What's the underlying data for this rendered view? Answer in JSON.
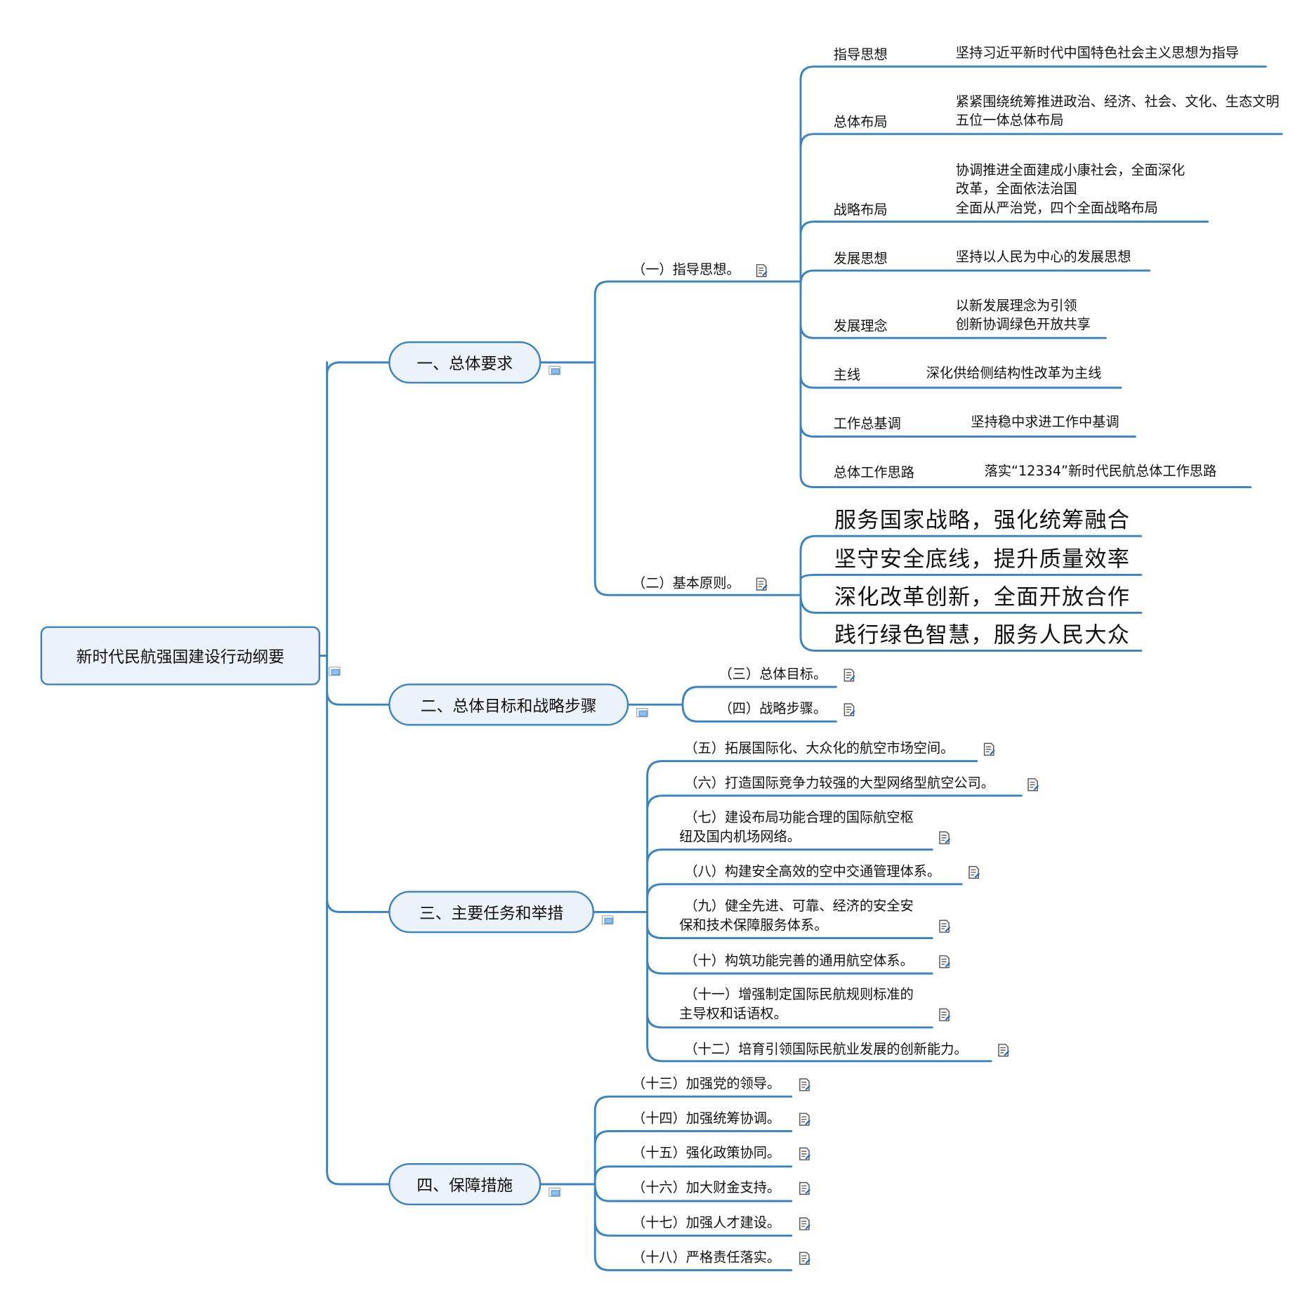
{
  "root": {
    "label": "新时代民航强国建设行动纲要"
  },
  "branches": [
    {
      "label": "一、总体要求",
      "children": [
        {
          "label": "（一）指导思想。",
          "has_note": true,
          "items": [
            {
              "key": "指导思想",
              "value": "坚持习近平新时代中国特色社会主义思想为指导"
            },
            {
              "key": "总体布局",
              "value": "紧紧围绕统筹推进政治、经济、社会、文化、生态文明 五位一体总体布局"
            },
            {
              "key": "战略布局",
              "value_lines": [
                "协调推进全面建成小康社会，全面深化",
                "改革，全面依法治国",
                "全面从严治党，四个全面战略布局"
              ]
            },
            {
              "key": "发展思想",
              "value": "坚持以人民为中心的发展思想"
            },
            {
              "key": "发展理念",
              "value_lines": [
                "以新发展理念为引领",
                "创新协调绿色开放共享"
              ]
            },
            {
              "key": "主线",
              "value": "深化供给侧结构性改革为主线"
            },
            {
              "key": "工作总基调",
              "value": "坚持稳中求进工作中基调"
            },
            {
              "key": "总体工作思路",
              "value": "落实“12334”新时代民航总体工作思路"
            }
          ]
        },
        {
          "label": "（二）基本原则。",
          "has_note": true,
          "principles": [
            "服务国家战略，强化统筹融合",
            "坚守安全底线，提升质量效率",
            "深化改革创新，全面开放合作",
            "践行绿色智慧，服务人民大众"
          ]
        }
      ]
    },
    {
      "label": "二、总体目标和战略步骤",
      "children": [
        {
          "label": "（三）总体目标。",
          "has_note": true
        },
        {
          "label": "（四）战略步骤。",
          "has_note": true
        }
      ]
    },
    {
      "label": "三、主要任务和举措",
      "children": [
        {
          "label": "（五）拓展国际化、大众化的航空市场空间。",
          "has_note": true
        },
        {
          "label": "（六）打造国际竞争力较强的大型网络型航空公司。",
          "has_note": true
        },
        {
          "label_lines": [
            "（七）建设布局功能合理的国际航空枢",
            "纽及国内机场网络。"
          ],
          "has_note": true
        },
        {
          "label": "（八）构建安全高效的空中交通管理体系。",
          "has_note": true
        },
        {
          "label_lines": [
            "（九）健全先进、可靠、经济的安全安",
            "保和技术保障服务体系。"
          ],
          "has_note": true
        },
        {
          "label": "（十）构筑功能完善的通用航空体系。",
          "has_note": true
        },
        {
          "label_lines": [
            "（十一）增强制定国际民航规则标准的",
            "主导权和话语权。"
          ],
          "has_note": true
        },
        {
          "label": "（十二）培育引领国际民航业发展的创新能力。",
          "has_note": true
        }
      ]
    },
    {
      "label": "四、保障措施",
      "children": [
        {
          "label": "（十三）加强党的领导。",
          "has_note": true
        },
        {
          "label": "（十四）加强统筹协调。",
          "has_note": true
        },
        {
          "label": "（十五）强化政策协同。",
          "has_note": true
        },
        {
          "label": "（十六）加大财金支持。",
          "has_note": true
        },
        {
          "label": "（十七）加强人才建设。",
          "has_note": true
        },
        {
          "label": "（十八）严格责任落实。",
          "has_note": true
        }
      ]
    }
  ],
  "colors": {
    "line": "#3a82c0",
    "node_fill": "#ebf2fa",
    "collapse_fill": "#8cc0f2"
  },
  "icons": {
    "note": "note-icon",
    "collapse": "collapse-toggle-icon"
  }
}
